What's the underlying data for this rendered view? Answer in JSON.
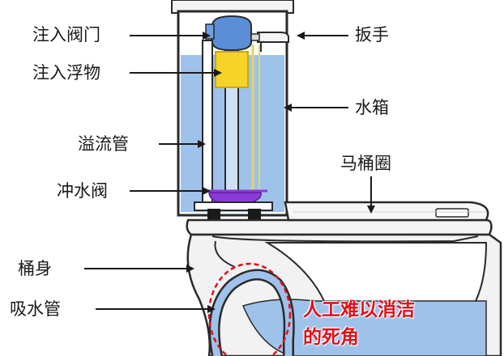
{
  "labels": {
    "inlet_valve": "注入阀门",
    "inlet_float": "注入浮物",
    "overflow_tube": "溢流管",
    "flush_valve": "冲水阀",
    "bowl_body": "桶身",
    "siphon_tube": "吸水管",
    "handle": "扳手",
    "tank": "水箱",
    "seat_ring": "马桶圈"
  },
  "warning": {
    "line1": "人工难以消洁",
    "line2": "的死角"
  },
  "colors": {
    "water": "#9fc2ea",
    "outline": "#2a2a2a",
    "porcelain": "#f4f4f4",
    "float": "#f5d328",
    "flapper": "#8a3ad6",
    "warning_text": "#e0101a",
    "callout_circle": "#e0101a"
  }
}
